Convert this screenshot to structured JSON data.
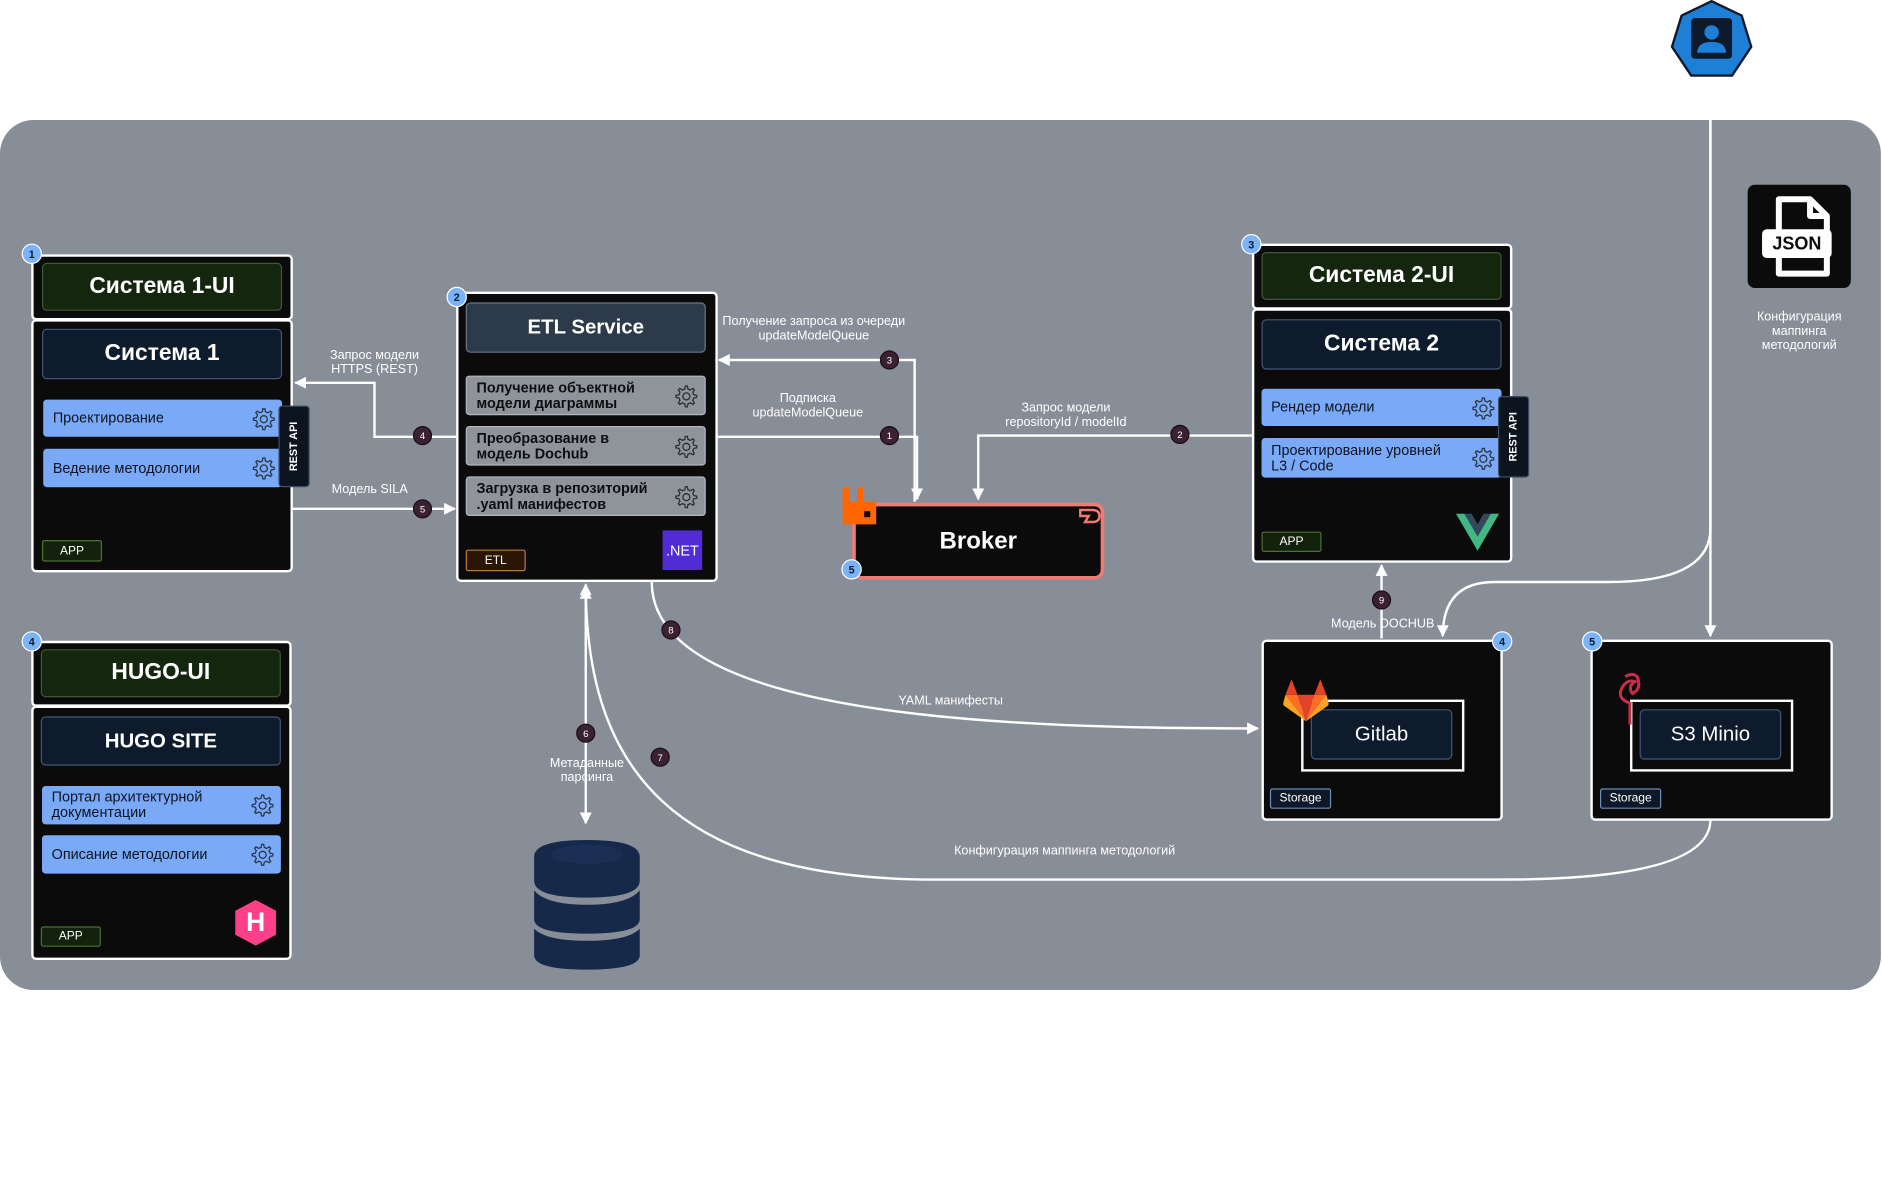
{
  "systems": {
    "sys1": {
      "badge": "1",
      "ui_title": "Система 1-UI",
      "title": "Система 1",
      "functions": [
        "Проектирование",
        "Ведение методологии"
      ],
      "rest_label": "REST API",
      "tag": "APP"
    },
    "etl": {
      "badge": "2",
      "title": "ETL Service",
      "functions": [
        "Получение объектной модели диаграммы",
        "Преобразование в модель Dochub",
        "Загрузка в репозиторий .yaml манифестов"
      ],
      "tag": "ETL",
      "tech": ".NET"
    },
    "sys2": {
      "badge": "3",
      "ui_title": "Система 2-UI",
      "title": "Система 2",
      "functions": [
        "Рендер модели",
        "Проектирование уровней L3 / Code"
      ],
      "rest_label": "REST API",
      "tag": "APP"
    },
    "hugo": {
      "badge": "4",
      "ui_title": "HUGO-UI",
      "title": "HUGO SITE",
      "functions": [
        "Портал архитектурной документации",
        "Описание методологии"
      ],
      "tag": "APP",
      "logo_letter": "H"
    },
    "broker": {
      "badge": "5",
      "title": "Broker"
    },
    "gitlab": {
      "badge": "4",
      "title": "Gitlab",
      "tag": "Storage"
    },
    "minio": {
      "badge": "5",
      "title": "S3 Minio",
      "tag": "Storage"
    },
    "json": {
      "icon_text": "JSON",
      "caption": [
        "Конфигурация",
        "маппинга",
        "методологий"
      ]
    }
  },
  "edges": {
    "e4": {
      "step": "4",
      "label": [
        "Запрос модели",
        "HTTPS (REST)"
      ]
    },
    "e5": {
      "step": "5",
      "label": [
        "Модель SILA"
      ]
    },
    "e3": {
      "step": "3",
      "label": [
        "Получение запроса из очереди",
        "updateModelQueue"
      ]
    },
    "e1": {
      "step": "1",
      "label": [
        "Подписка",
        "updateModelQueue"
      ]
    },
    "e2": {
      "step": "2",
      "label": [
        "Запрос модели",
        "repositoryId / modelId"
      ]
    },
    "e9": {
      "step": "9",
      "label": [
        "Модель DOCHUB"
      ]
    },
    "e8": {
      "step": "8",
      "label": [
        "YAML манифесты"
      ]
    },
    "e6": {
      "step": "6",
      "label": [
        "Метаданные",
        "парсинга"
      ]
    },
    "e7": {
      "step": "7",
      "label": [
        "Конфигурация маппинга методологий"
      ]
    }
  },
  "colors": {
    "canvas": "#878e98",
    "box": "#0b0b0c",
    "function": "#7aaaf7",
    "ui_title": "#15260f",
    "broker_border": "#f07b74",
    "accent_badge": "#7ab3f7",
    "dotnet": "#512bd4",
    "user_icon": "#1e7fd6"
  },
  "icons": [
    "user-icon",
    "json-file-icon",
    "gear-icon",
    "rabbitmq-icon",
    "kafka-icon",
    "dotnet-icon",
    "vue-icon",
    "gitlab-icon",
    "minio-icon",
    "hugo-icon",
    "database-icon"
  ]
}
